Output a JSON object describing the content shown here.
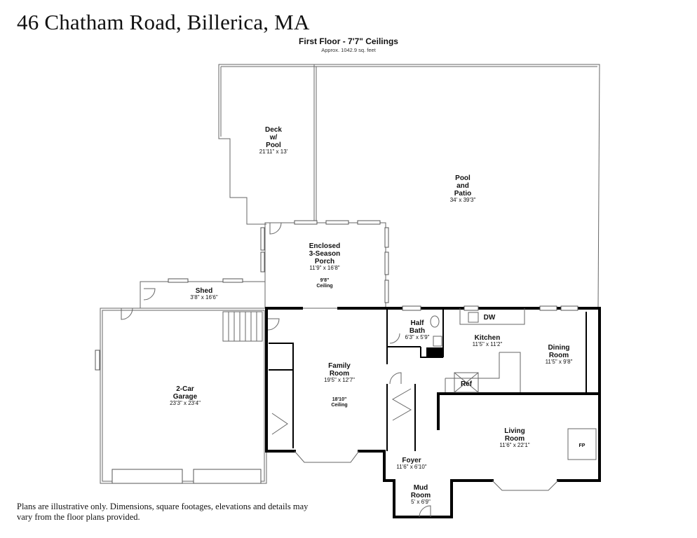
{
  "header": {
    "address": "46 Chatham Road, Billerica, MA",
    "floor": "First Floor - 7'7\" Ceilings",
    "area": "Approx. 1042.9 sq. feet"
  },
  "rooms": {
    "deck": {
      "name1": "Deck",
      "name2": "w/",
      "name3": "Pool",
      "dims": "21'11\" x 13'"
    },
    "pool": {
      "name1": "Pool",
      "name2": "and",
      "name3": "Patio",
      "dims": "34' x 39'3\""
    },
    "porch": {
      "name1": "Enclosed",
      "name2": "3-Season",
      "name3": "Porch",
      "dims": "11'9\" x 16'8\"",
      "ceil1": "9'8\"",
      "ceil2": "Ceiling"
    },
    "shed": {
      "name": "Shed",
      "dims": "3'8\" x 16'6\""
    },
    "garage": {
      "name1": "2-Car",
      "name2": "Garage",
      "dims": "23'3\" x 23'4\""
    },
    "family": {
      "name1": "Family",
      "name2": "Room",
      "dims": "19'5\" x 12'7\"",
      "ceil1": "18'10\"",
      "ceil2": "Ceiling"
    },
    "halfbath": {
      "name1": "Half",
      "name2": "Bath",
      "dims": "6'3\" x 5'9\""
    },
    "kitchen": {
      "name": "Kitchen",
      "dims": "11'5\" x 11'2\""
    },
    "dining": {
      "name1": "Dining",
      "name2": "Room",
      "dims": "11'5\" x 9'8\""
    },
    "living": {
      "name1": "Living",
      "name2": "Room",
      "dims": "11'6\" x 22'1\""
    },
    "foyer": {
      "name": "Foyer",
      "dims": "11'6\" x 6'10\""
    },
    "mud": {
      "name1": "Mud",
      "name2": "Room",
      "dims": "5' x 6'9\""
    }
  },
  "fixtures": {
    "dw": "DW",
    "ref": "Ref",
    "fp": "FP"
  },
  "disclaimer": "Plans are illustrative only. Dimensions, square footages, elevations and details may vary from the floor plans provided."
}
